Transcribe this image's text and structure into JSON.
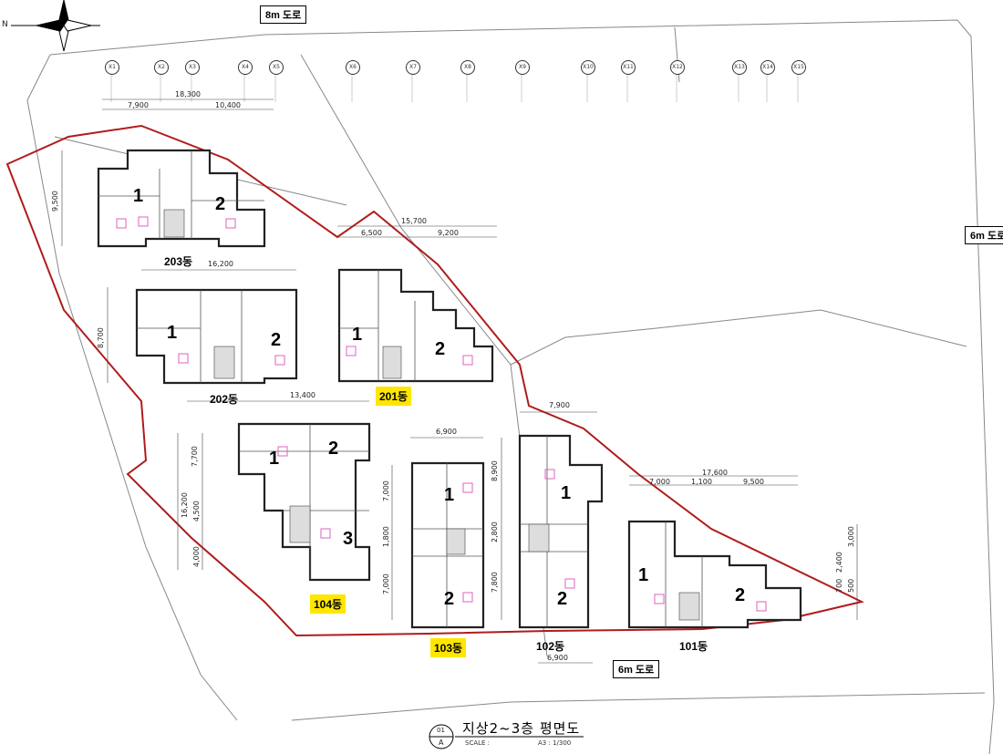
{
  "roads": {
    "north": "8m 도로",
    "east": "6m 도로",
    "south": "6m 도로"
  },
  "north_mark": "N",
  "grid_markers": [
    "X1",
    "X2",
    "X3",
    "X4",
    "X5",
    "X6",
    "X7",
    "X8",
    "X9",
    "X10",
    "X11",
    "X12",
    "X13",
    "X14",
    "X15"
  ],
  "buildings": {
    "b203": "203동",
    "b202": "202동",
    "b201": "201동",
    "b104": "104동",
    "b103": "103동",
    "b102": "102동",
    "b101": "101동"
  },
  "units": {
    "one": "1",
    "two": "2",
    "three": "3"
  },
  "dimensions": {
    "d18300": "18,300",
    "d7900": "7,900",
    "d10400": "10,400",
    "d9500v": "9,500",
    "d16200h": "16,200",
    "d8700": "8,700",
    "d15700": "15,700",
    "d6500": "6,500",
    "d9200": "9,200",
    "d13400": "13,400",
    "d7700": "7,700",
    "d16200v": "16,200",
    "d4500": "4,500",
    "d4000": "4,000",
    "d6900a": "6,900",
    "d7000a": "7,000",
    "d1800": "1,800",
    "d7000b": "7,000",
    "d7900b": "7,900",
    "d8900": "8,900",
    "d2800": "2,800",
    "d7800": "7,800",
    "d6900b": "6,900",
    "d17600": "17,600",
    "d7000c": "7,000",
    "d1100": "1,100",
    "d9500": "9,500",
    "d3000": "3,000",
    "d2400": "2,400",
    "d700": "700",
    "d500": "500"
  },
  "drawing_title": "지상2~3층 평면도",
  "title_mark": {
    "number": "01",
    "sheet": "A"
  },
  "scale": {
    "label": "SCALE :",
    "value": "A3 : 1/300"
  },
  "highlight_color": "#ffe600",
  "boundary_color": "#b01c1c"
}
